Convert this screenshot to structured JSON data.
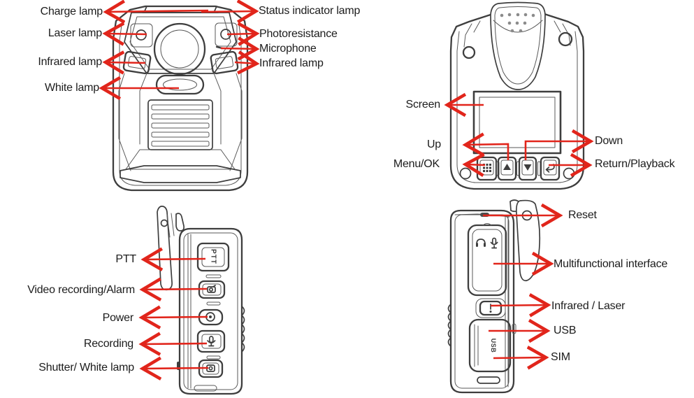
{
  "colors": {
    "arrow_red": "#e1251b",
    "line_art": "#3e3e3e",
    "label_text": "#1c1c1c",
    "background": "#ffffff"
  },
  "front": {
    "left_labels": [
      "Charge lamp",
      "Laser lamp",
      "Infrared lamp",
      "White lamp"
    ],
    "right_labels": [
      "Status indicator lamp",
      "Photoresistance",
      "Microphone",
      "Infrared lamp"
    ]
  },
  "back": {
    "left_labels": [
      "Screen",
      "Up",
      "Menu/OK"
    ],
    "right_labels": [
      "Down",
      "Return/Playback"
    ]
  },
  "left_side": {
    "labels": [
      "PTT",
      "Video recording/Alarm",
      "Power",
      "Recording",
      "Shutter/ White lamp"
    ],
    "ptt_button_text": "PTT"
  },
  "right_side": {
    "labels": [
      "Reset",
      "Multifunctional interface",
      "Infrared / Laser",
      "USB",
      "SIM"
    ],
    "usb_flap_text": "USB"
  }
}
